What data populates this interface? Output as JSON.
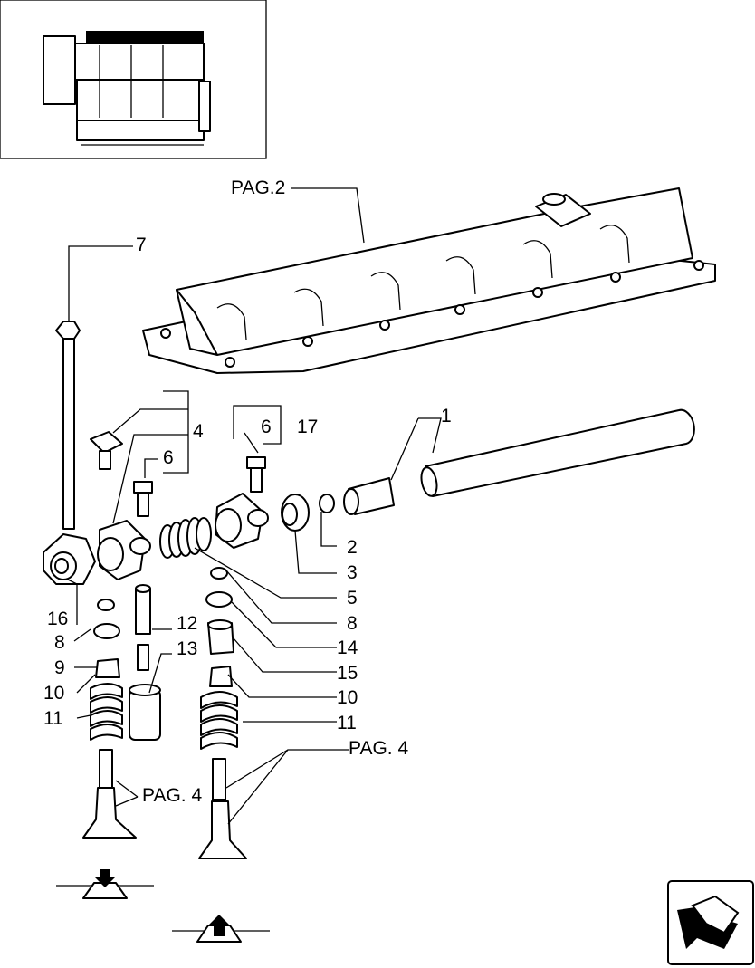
{
  "labels": {
    "pag2": "PAG.2",
    "pag4_left": "PAG. 4",
    "pag4_right": "PAG. 4",
    "n1": "1",
    "n2": "2",
    "n3": "3",
    "n4": "4",
    "n5": "5",
    "n6a": "6",
    "n6b": "6",
    "n7": "7",
    "n8a": "8",
    "n8b": "8",
    "n9": "9",
    "n10a": "10",
    "n10b": "10",
    "n11a": "11",
    "n11b": "11",
    "n12": "12",
    "n13": "13",
    "n14": "14",
    "n15": "15",
    "n16": "16",
    "n17": "17"
  },
  "icons": {
    "thumbnail": "engine-thumbnail-icon",
    "next": "next-page-arrow-icon",
    "valve_down": "exhaust-valve-arrow-icon",
    "valve_up": "intake-valve-arrow-icon"
  }
}
